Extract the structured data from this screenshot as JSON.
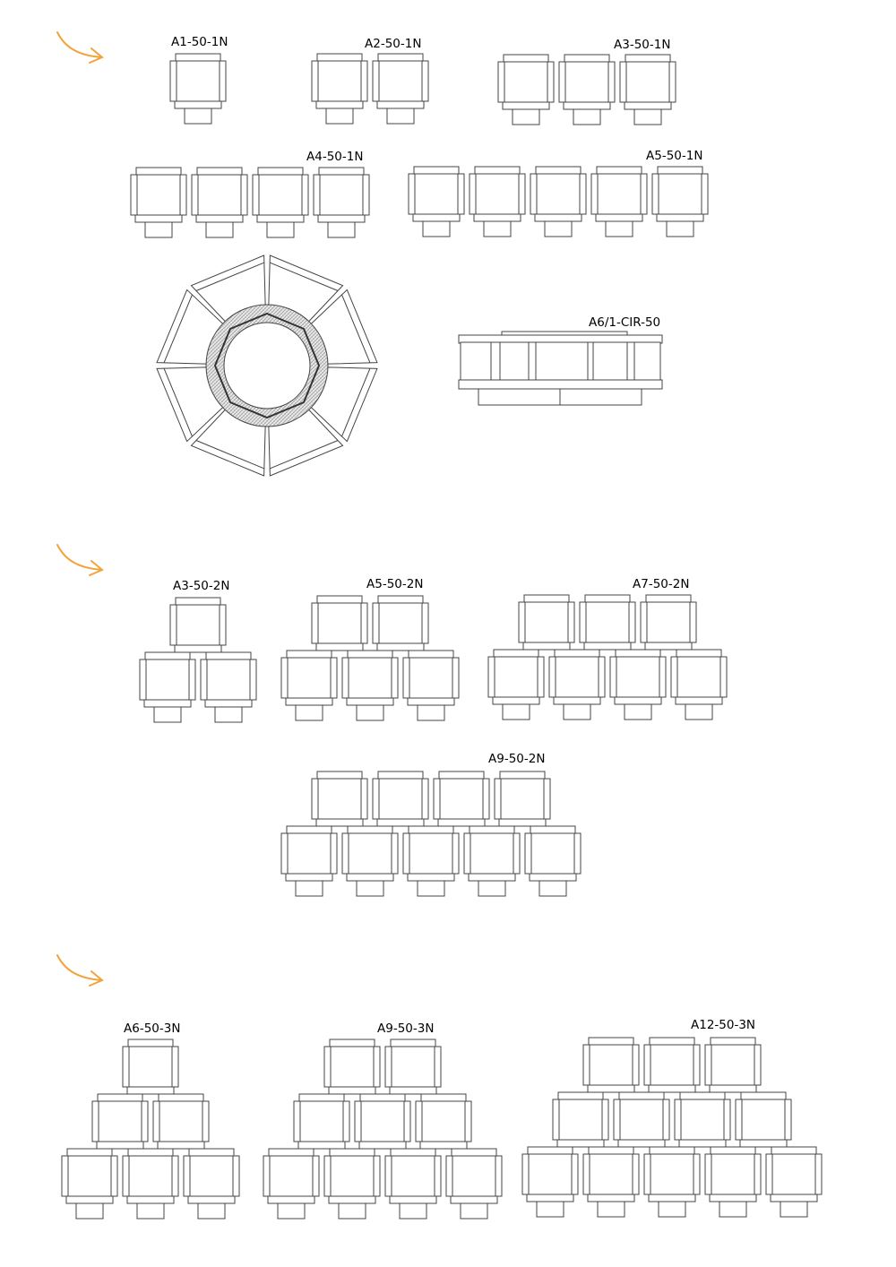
{
  "accent_color": "#f2a33a",
  "line_color": "#444444",
  "groups": [
    {
      "arrow_icon": "curved-arrow-icon",
      "configurations": [
        {
          "label": "A1-50-1N",
          "rows": [
            1
          ]
        },
        {
          "label": "A2-50-1N",
          "rows": [
            2
          ]
        },
        {
          "label": "A3-50-1N",
          "rows": [
            3
          ]
        },
        {
          "label": "A4-50-1N",
          "rows": [
            4
          ]
        },
        {
          "label": "A5-50-1N",
          "rows": [
            5
          ]
        },
        {
          "label": "",
          "shape": "circular",
          "seats": 8
        },
        {
          "label": "A6/1-CIR-50",
          "shape": "curved-side-view"
        }
      ]
    },
    {
      "arrow_icon": "curved-arrow-icon",
      "configurations": [
        {
          "label": "A3-50-2N",
          "rows": [
            1,
            2
          ]
        },
        {
          "label": "A5-50-2N",
          "rows": [
            2,
            3
          ]
        },
        {
          "label": "A7-50-2N",
          "rows": [
            3,
            4
          ]
        },
        {
          "label": "A9-50-2N",
          "rows": [
            4,
            5
          ]
        }
      ]
    },
    {
      "arrow_icon": "curved-arrow-icon",
      "configurations": [
        {
          "label": "A6-50-3N",
          "rows": [
            1,
            2,
            3
          ]
        },
        {
          "label": "A9-50-3N",
          "rows": [
            2,
            3,
            4
          ]
        },
        {
          "label": "A12-50-3N",
          "rows": [
            3,
            4,
            5
          ]
        }
      ]
    }
  ]
}
